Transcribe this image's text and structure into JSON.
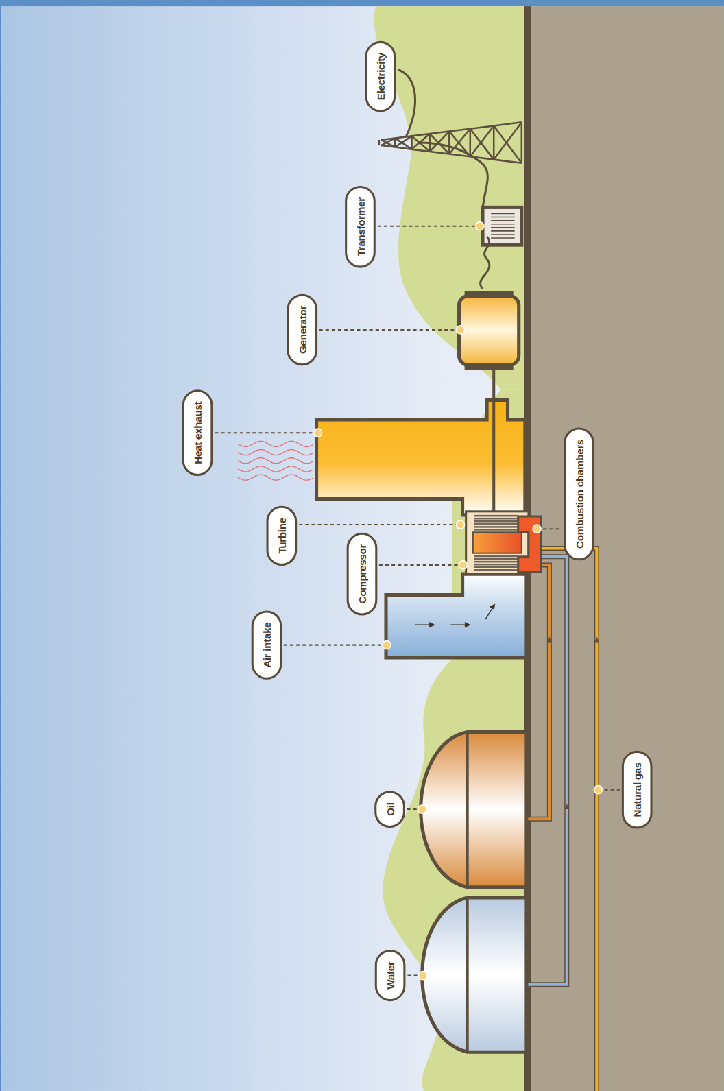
{
  "diagram": {
    "nodes": [
      {
        "text": [
          "Electricity"
        ]
      },
      {
        "text": [
          "Transformer"
        ]
      },
      {
        "text": [
          "Generator"
        ]
      },
      {
        "text": [
          "Heat exhaust"
        ]
      },
      {
        "text": [
          "Turbine"
        ]
      },
      {
        "text": [
          "Compressor"
        ]
      },
      {
        "text": [
          "Air intake"
        ]
      },
      {
        "text": [
          "Combustion chambers"
        ]
      },
      {
        "text": [
          "Oil"
        ]
      },
      {
        "text": [
          "Natural gas"
        ]
      },
      {
        "text": [
          "Water"
        ]
      }
    ]
  }
}
